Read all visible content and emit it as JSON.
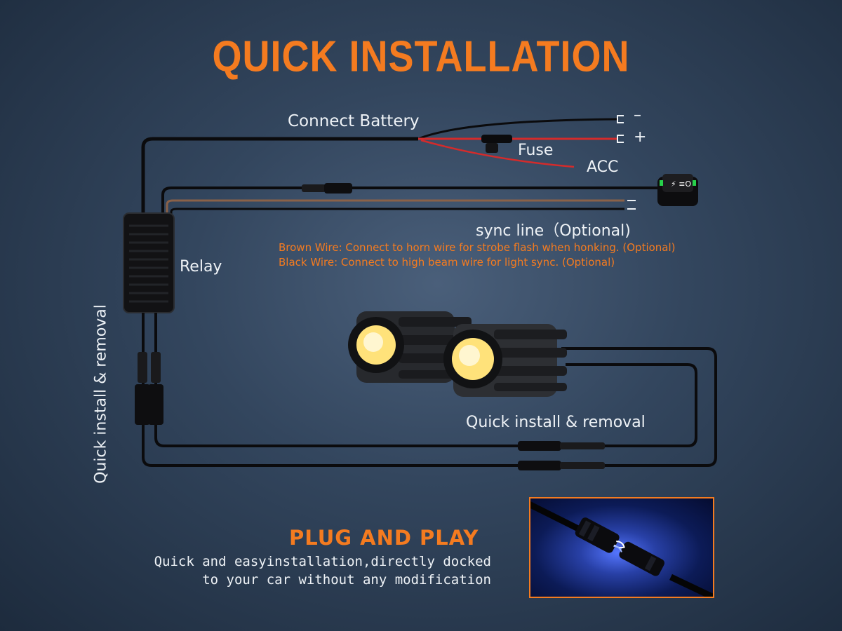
{
  "title": "QUICK INSTALLATION",
  "labels": {
    "connect_battery": "Connect Battery",
    "fuse": "Fuse",
    "acc": "ACC",
    "negative": "–",
    "positive": "+",
    "sync_line": "sync line（Optional)",
    "brown_wire": "Brown Wire: Connect to horn wire for strobe flash when honking. (Optional)",
    "black_wire": "Black Wire: Connect to high beam wire for light sync. (Optional)",
    "relay": "Relay",
    "quick_install_lights": "Quick install & removal",
    "quick_install_vertical": "Quick install & removal"
  },
  "plug_and_play": {
    "heading": "PLUG AND PLAY",
    "line1": "Quick and easyinstallation,directly docked",
    "line2": "to your car without any modification"
  },
  "colors": {
    "accent": "#f47b20",
    "wire_black": "#0b0b0d",
    "wire_red": "#d42b2b",
    "wire_brown": "#8a6148",
    "lens_glow": "#ffe27a"
  }
}
